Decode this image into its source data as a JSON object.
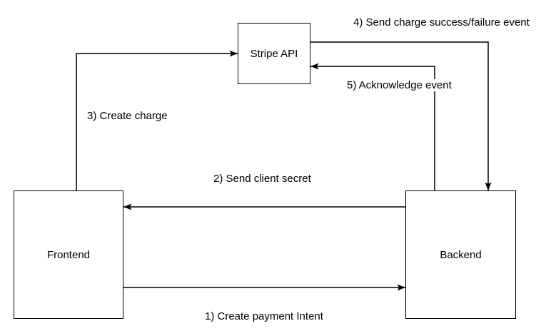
{
  "diagram": {
    "background_color": "#ffffff",
    "line_color": "#000000",
    "text_color": "#000000",
    "nodes": [
      {
        "id": "stripe-api",
        "label": "Stripe API"
      },
      {
        "id": "frontend",
        "label": "Frontend"
      },
      {
        "id": "backend",
        "label": "Backend"
      }
    ],
    "edges": [
      {
        "id": "1",
        "label": "1) Create payment Intent",
        "from": "frontend",
        "to": "backend",
        "direction": "right"
      },
      {
        "id": "2",
        "label": "2) Send client secret",
        "from": "backend",
        "to": "frontend",
        "direction": "left"
      },
      {
        "id": "3",
        "label": "3) Create charge",
        "from": "frontend",
        "to": "stripe-api",
        "direction": "up-right"
      },
      {
        "id": "4",
        "label": "4) Send charge success/failure event",
        "from": "stripe-api",
        "to": "backend",
        "direction": "right-down"
      },
      {
        "id": "5",
        "label": "5) Acknowledge event",
        "from": "backend",
        "to": "stripe-api",
        "direction": "up-left"
      }
    ]
  }
}
